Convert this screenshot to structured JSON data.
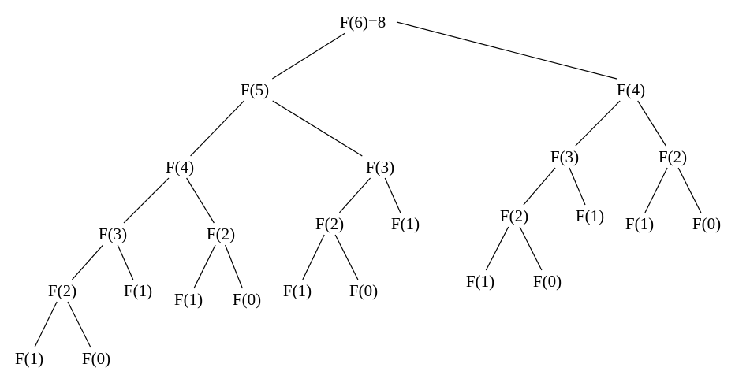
{
  "diagram": {
    "type": "fibonacci-recursion-tree",
    "root": {
      "label": "F(6)=8",
      "children": [
        {
          "label": "F(5)",
          "children": [
            {
              "label": "F(4)",
              "children": [
                {
                  "label": "F(3)",
                  "children": [
                    {
                      "label": "F(2)",
                      "children": [
                        {
                          "label": "F(1)"
                        },
                        {
                          "label": "F(0)"
                        }
                      ]
                    },
                    {
                      "label": "F(1)"
                    }
                  ]
                },
                {
                  "label": "F(2)",
                  "children": [
                    {
                      "label": "F(1)"
                    },
                    {
                      "label": "F(0)"
                    }
                  ]
                }
              ]
            },
            {
              "label": "F(3)",
              "children": [
                {
                  "label": "F(2)",
                  "children": [
                    {
                      "label": "F(1)"
                    },
                    {
                      "label": "F(0)"
                    }
                  ]
                },
                {
                  "label": "F(1)"
                }
              ]
            }
          ]
        },
        {
          "label": "F(4)",
          "children": [
            {
              "label": "F(3)",
              "children": [
                {
                  "label": "F(2)",
                  "children": [
                    {
                      "label": "F(1)"
                    },
                    {
                      "label": "F(0)"
                    }
                  ]
                },
                {
                  "label": "F(1)"
                }
              ]
            },
            {
              "label": "F(2)",
              "children": [
                {
                  "label": "F(1)"
                },
                {
                  "label": "F(0)"
                }
              ]
            }
          ]
        }
      ]
    }
  }
}
